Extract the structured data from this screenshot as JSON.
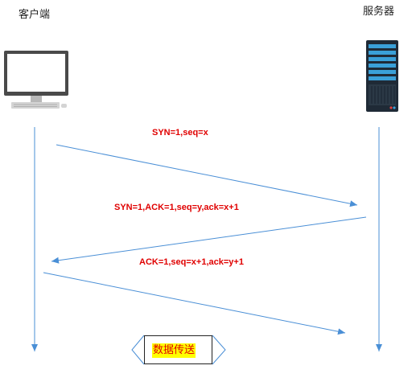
{
  "client": {
    "label": "客户端"
  },
  "server": {
    "label": "服务器"
  },
  "messages": [
    {
      "text": "SYN=1,seq=x"
    },
    {
      "text": "SYN=1,ACK=1,seq=y,ack=x+1"
    },
    {
      "text": "ACK=1,seq=x+1,ack=y+1"
    }
  ],
  "transfer": {
    "label": "数据传送"
  },
  "colors": {
    "arrow": "#4a8fd6",
    "message": "#e00000",
    "highlight": "#ffff00"
  }
}
